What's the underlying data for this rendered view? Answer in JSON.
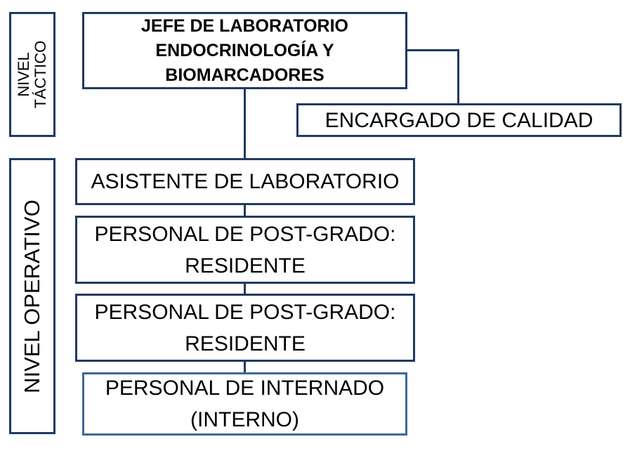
{
  "levels": {
    "tactico": [
      "NIVEL",
      "TÁCTICO"
    ],
    "operativo": "NIVEL OPERATIVO"
  },
  "boxes": {
    "jefe": [
      "JEFE DE LABORATORIO",
      "ENDOCRINOLOGÍA Y",
      "BIOMARCADORES"
    ],
    "calidad": "ENCARGADO DE CALIDAD",
    "asistente": "ASISTENTE DE LABORATORIO",
    "residente_1": [
      "PERSONAL DE POST-GRADO:",
      "RESIDENTE"
    ],
    "residente_2": [
      "PERSONAL DE POST-GRADO:",
      "RESIDENTE"
    ],
    "interno": [
      "PERSONAL DE INTERNADO",
      "(INTERNO)"
    ]
  },
  "colors": {
    "border": "#1f3a5f",
    "border_light": "#3d6a97"
  }
}
